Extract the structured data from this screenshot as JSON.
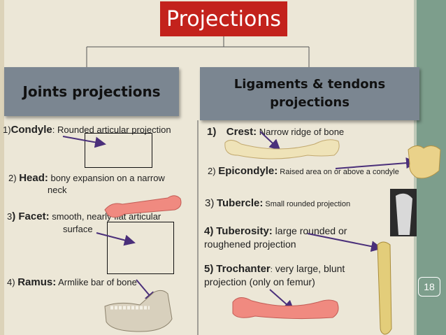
{
  "title": "Projections",
  "left": {
    "heading": "Joints projections",
    "items": [
      {
        "num": "1)",
        "term": "Condyle",
        "sep": ":",
        "desc": " Rounded articular projection"
      },
      {
        "num": "2)",
        "term": "Head:",
        "desc": " bony expansion on a narrow",
        "desc2": "neck"
      },
      {
        "num": "3",
        "term": ") Facet:",
        "desc": " smooth, nearly flat articular",
        "desc2": "surface"
      },
      {
        "num": "4)",
        "term": "Ramus:",
        "desc": "   Armlike bar of bone"
      }
    ]
  },
  "right": {
    "heading_line1": "Ligaments & tendons",
    "heading_line2": "projections",
    "items": [
      {
        "num": "1)",
        "term": "Crest:",
        "desc": " Narrow ridge of bone"
      },
      {
        "num": "2)",
        "term": "Epicondyle:",
        "desc": " Raised area on or above a condyle"
      },
      {
        "num": "3)",
        "term": "Tubercle:",
        "desc": " Small rounded projection"
      },
      {
        "num": "4)",
        "term": "Tuberosity:",
        "desc": " large rounded or",
        "desc2": "roughened projection"
      },
      {
        "num": "5)",
        "term": "Trochanter",
        "sep": ":",
        "desc": " very large, blunt",
        "desc2": "projection (only on femur)"
      }
    ]
  },
  "page_number": "18",
  "colors": {
    "title_bg": "#c3221c",
    "heading_bg": "#7b8691",
    "sidebar": "#7d9e8c",
    "background": "#ece7d7"
  }
}
